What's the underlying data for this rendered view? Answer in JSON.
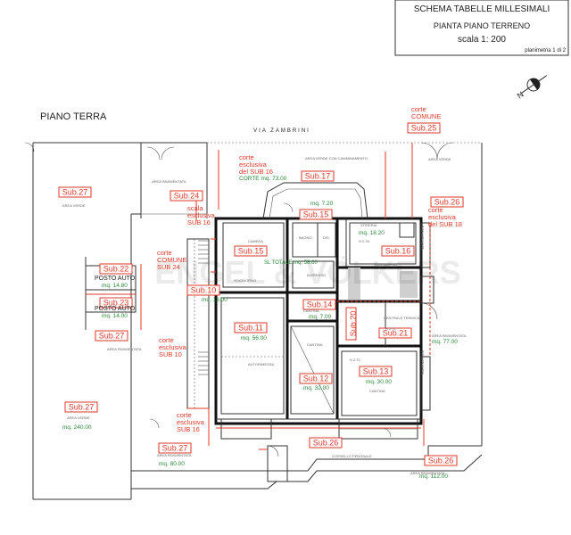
{
  "title_block": {
    "title": "SCHEMA TABELLE MILLESIMALI",
    "subtitle": "PIANTA PIANO TERRENO",
    "scale": "scala  1: 200",
    "sheet": "planimetria 1 di 2"
  },
  "floor_label": "PIANO TERRA",
  "street": "VIA  ZAMBRINI",
  "watermark": "ENGEL & VÖLKERS",
  "subs": [
    {
      "id": "s27a",
      "label": "Sub.27"
    },
    {
      "id": "s24",
      "label": "Sub.24"
    },
    {
      "id": "s22",
      "label": "Sub.22"
    },
    {
      "id": "s23",
      "label": "Sub.23"
    },
    {
      "id": "s27b",
      "label": "Sub.27"
    },
    {
      "id": "s10",
      "label": "Sub.10"
    },
    {
      "id": "s27c",
      "label": "Sub.27"
    },
    {
      "id": "s27d",
      "label": "Sub.27"
    },
    {
      "id": "s17",
      "label": "Sub.17"
    },
    {
      "id": "s15a",
      "label": "Sub.15"
    },
    {
      "id": "s15b",
      "label": "Sub.15"
    },
    {
      "id": "s16",
      "label": "Sub.16"
    },
    {
      "id": "s14",
      "label": "Sub.14"
    },
    {
      "id": "s20",
      "label": "Sub.20"
    },
    {
      "id": "s11",
      "label": "Sub.11"
    },
    {
      "id": "s21",
      "label": "Sub.21"
    },
    {
      "id": "s12",
      "label": "Sub.12"
    },
    {
      "id": "s13",
      "label": "Sub.13"
    },
    {
      "id": "s25",
      "label": "Sub.25"
    },
    {
      "id": "s26a",
      "label": "Sub.26"
    },
    {
      "id": "s26b",
      "label": "Sub.26"
    },
    {
      "id": "s26c",
      "label": "Sub.26"
    }
  ],
  "notes": {
    "corte_sub16_a": [
      "corte",
      "esclusiva",
      "del SUB 16"
    ],
    "corte_mq73": "CORTE mq. 73.00",
    "scala_sub16": [
      "scala",
      "esclusiva",
      "SUB 16"
    ],
    "corte_comune_sub24": [
      "corte",
      "COMUNE",
      "SUB 24"
    ],
    "corte_sub10": [
      "corte",
      "esclusiva",
      "SUB 10"
    ],
    "corte_sub16_b": [
      "corte",
      "esclusiva",
      "SUB 16"
    ],
    "corte_comune_top": [
      "corte",
      "COMUNE"
    ],
    "corte_sub18": [
      "corte",
      "esclusiva",
      "del SUB 18"
    ]
  },
  "areas": {
    "posto_auto_1": "POSTO AUTO",
    "mq_1480": "mq. 14.80",
    "posto_auto_2": "POSTO AUTO",
    "mq_1400": "mq. 14.00",
    "mq_1300": "mq. 13.00",
    "mq_5600": "mq. 56.00",
    "mq_5860": "SL TOTALE mq. 58.60",
    "mq_700": "mq. 7.00",
    "mq_3200": "mq. 32.00",
    "mq_3000": "mq. 30.00",
    "mq_720": "mq. 7.20",
    "mq_1820": "mq. 18.20",
    "mq_24000": "mq. 240.00",
    "mq_8000": "mq. 80.00",
    "mq_7700": "mq. 77.00",
    "mq_11200": "mq. 112.00"
  },
  "small_labels": {
    "area_verde_1": "AREA VERDE",
    "area_verde_2": "AREA VERDE",
    "area_verde_3": "AREA VERDE",
    "area_verde_con_camm": "AREA VERDE CON CAMMINAMENTO",
    "area_pav_1": "AREA PAVIMENTATA",
    "area_pav_2": "AREA PAVIMENTATA",
    "area_pav_3": "AREA PAVIMENTATA",
    "area_pav_4": "AREA PAVIMENTATA",
    "area_pav_5": "AREA PAVIMENTATA",
    "camera": "CAMERA",
    "bagno": "BAGNO",
    "dis": "DIS.",
    "soggiorno": "SOGGIORNO",
    "ingresso": "INGRESSO",
    "stireria": "STIRERIA",
    "lavanderia": "LAVANDERIA",
    "cantina_1": "CANTINA",
    "cantina_2": "CANTINA",
    "cantina_3": "CANTINA",
    "autorimessa": "AUTORIMESSA",
    "centrale_termica": "CENTRALE TERMICA",
    "corsello": "CORSELLO PEDONALE",
    "marciapiede_1": "MARCIAPIEDE",
    "marciapiede_2": "MARCIAPIEDE",
    "h278": "H 2.78",
    "h271": "H 2.71",
    "h270": "H 2.70"
  },
  "compass": "N"
}
